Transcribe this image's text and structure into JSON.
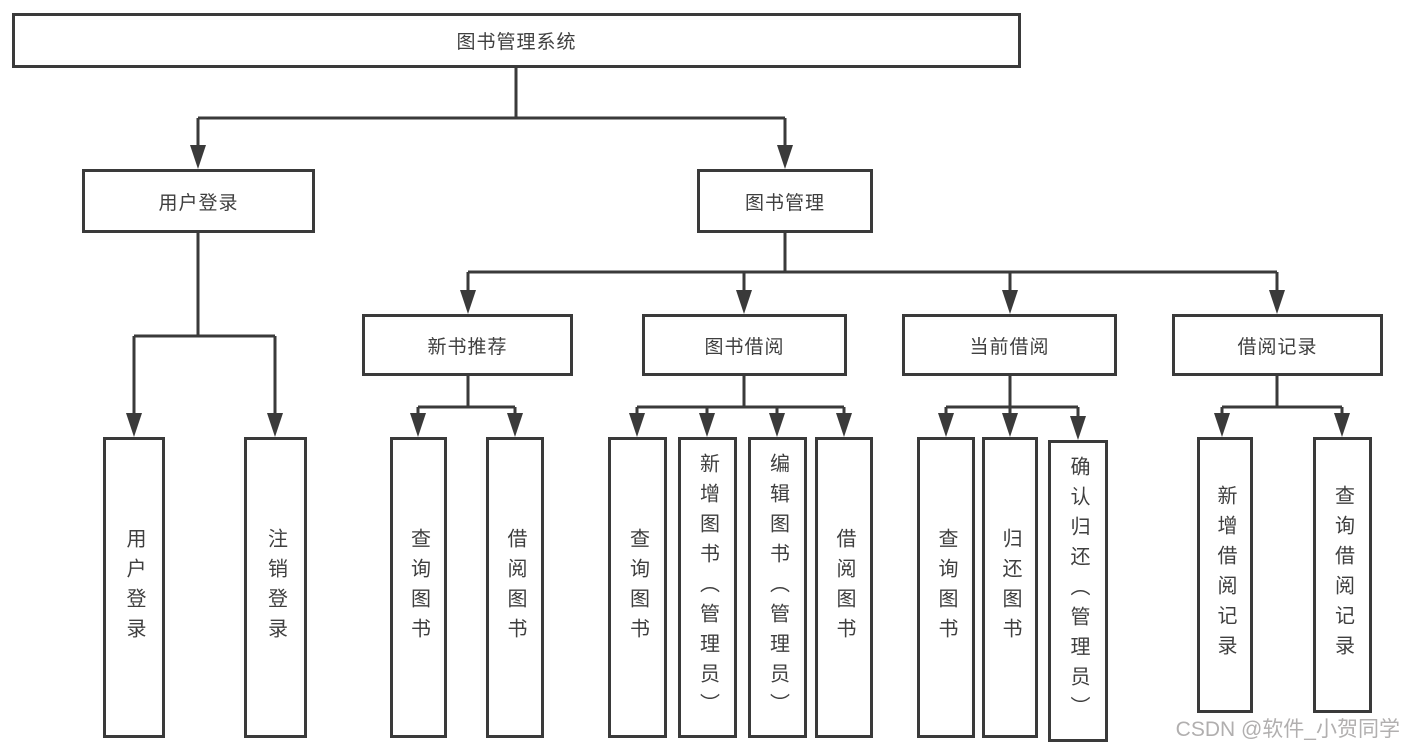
{
  "tree": {
    "label": "图书管理系统",
    "children": [
      {
        "label": "用户登录",
        "children": [
          {
            "label": "用户登录"
          },
          {
            "label": "注销登录"
          }
        ]
      },
      {
        "label": "图书管理",
        "children": [
          {
            "label": "新书推荐",
            "children": [
              {
                "label": "查询图书"
              },
              {
                "label": "借阅图书"
              }
            ]
          },
          {
            "label": "图书借阅",
            "children": [
              {
                "label": "查询图书"
              },
              {
                "label": "新增图书（管理员）"
              },
              {
                "label": "编辑图书（管理员）"
              },
              {
                "label": "借阅图书"
              }
            ]
          },
          {
            "label": "当前借阅",
            "children": [
              {
                "label": "查询图书"
              },
              {
                "label": "归还图书"
              },
              {
                "label": "确认归还（管理员）"
              }
            ]
          },
          {
            "label": "借阅记录",
            "children": [
              {
                "label": "新增借阅记录"
              },
              {
                "label": "查询借阅记录"
              }
            ]
          }
        ]
      }
    ]
  },
  "watermark": {
    "text": "CSDN @软件_小贺同学"
  },
  "colors": {
    "line": "#3a3a3a",
    "text": "#3f3f3f",
    "background": "#ffffff",
    "watermark": "#b1afaf"
  }
}
